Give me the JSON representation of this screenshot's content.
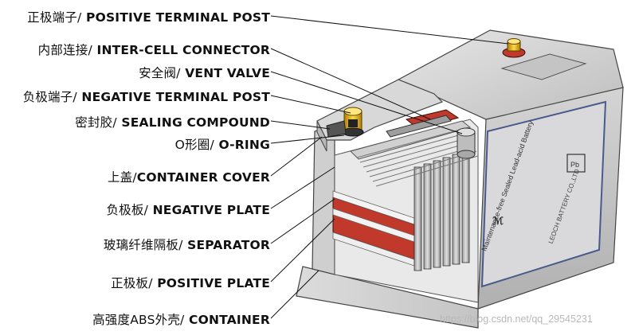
{
  "labels": [
    {
      "zh": "正极端子/",
      "en": " POSITIVE TERMINAL POST"
    },
    {
      "zh": "内部连接/",
      "en": " INTER-CELL CONNECTOR"
    },
    {
      "zh": "安全阀/",
      "en": " VENT VALVE"
    },
    {
      "zh": "负极端子/",
      "en": " NEGATIVE TERMINAL POST"
    },
    {
      "zh": "密封胶/",
      "en": " SEALING COMPOUND"
    },
    {
      "zh": "O形圈/",
      "en": " O-RING"
    },
    {
      "zh": "上盖/",
      "en": "CONTAINER COVER"
    },
    {
      "zh": "负极板/",
      "en": " NEGATIVE PLATE"
    },
    {
      "zh": "玻璃纤维隔板/",
      "en": " SEPARATOR"
    },
    {
      "zh": "正极板/",
      "en": " POSITIVE PLATE"
    },
    {
      "zh": "高强度ABS外壳/",
      "en": " CONTAINER"
    }
  ],
  "battery_label": {
    "line1": "Maintenance-free Sealed Lead-acid Battery",
    "brand": "LEOCH BATTERY CO.,LTD"
  },
  "watermark": "https://blog.csdn.net/qq_29545231",
  "colors": {
    "positive_plate": "#c0392b",
    "terminal": "#d8a400",
    "label_border": "#4a5a8a"
  }
}
